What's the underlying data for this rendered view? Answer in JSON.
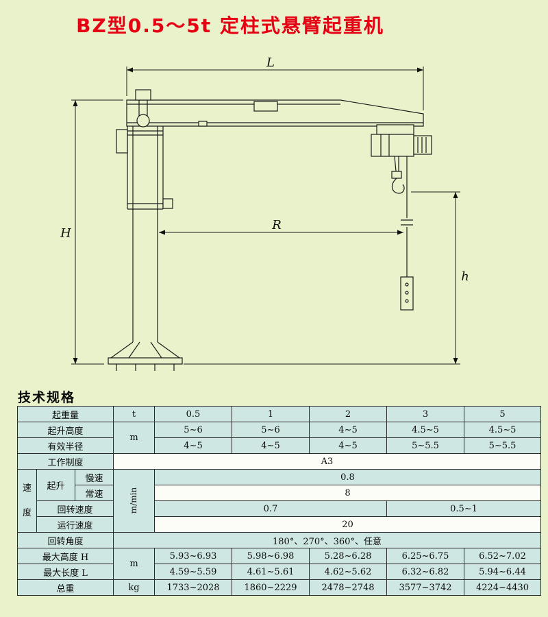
{
  "colors": {
    "background": "#e9f2cb",
    "title_red": "#e60013",
    "table_cyan": "#cfe7e3",
    "line_black": "#1a1a1a"
  },
  "title": "BZ型0.5～5t 定柱式悬臂起重机",
  "section_heading": "技术规格",
  "drawing": {
    "dims": {
      "L": "L",
      "H": "H",
      "R": "R",
      "h": "h"
    }
  },
  "table": {
    "capacity": {
      "label": "起重量",
      "unit": "t",
      "values": [
        "0.5",
        "1",
        "2",
        "3",
        "5"
      ]
    },
    "lift_height": {
      "label": "起升高度",
      "unit": "m",
      "values": [
        "5~6",
        "5~6",
        "4~5",
        "4.5~5",
        "4.5~5"
      ]
    },
    "radius": {
      "label": "有效半径",
      "values": [
        "4~5",
        "4~5",
        "4~5",
        "5~5.5",
        "5~5.5"
      ]
    },
    "duty": {
      "label": "工作制度",
      "value": "A3"
    },
    "speed": {
      "group_label": "速度",
      "unit": "m/min",
      "lift_label": "起升",
      "slow_label": "慢速",
      "slow_value": "0.8",
      "normal_label": "常速",
      "normal_value": "8",
      "slew_label": "回转速度",
      "slew_value_a": "0.7",
      "slew_value_b": "0.5~1",
      "travel_label": "运行速度",
      "travel_value": "20"
    },
    "angle": {
      "label": "回转角度",
      "value": "180°、270°、360°、任意"
    },
    "max_height": {
      "label": "最大高度 H",
      "unit": "m",
      "values": [
        "5.93~6.93",
        "5.98~6.98",
        "5.28~6.28",
        "6.25~6.75",
        "6.52~7.02"
      ]
    },
    "max_length": {
      "label": "最大长度 L",
      "values": [
        "4.59~5.59",
        "4.61~5.61",
        "4.62~5.62",
        "6.32~6.82",
        "5.94~6.44"
      ]
    },
    "total_weight": {
      "label": "总重",
      "unit": "kg",
      "values": [
        "1733~2028",
        "1860~2229",
        "2478~2748",
        "3577~3742",
        "4224~4430"
      ]
    }
  }
}
